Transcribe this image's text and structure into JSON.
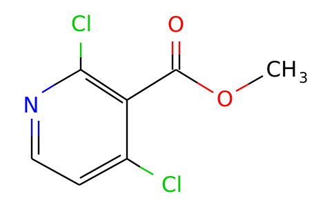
{
  "molecule": {
    "atoms": {
      "cl_top": "Cl",
      "cl_bottom": "Cl",
      "nitrogen": "N",
      "carbonyl_oxygen": "O",
      "ester_oxygen": "O",
      "methyl_carbon": "CH",
      "methyl_subscript": "3"
    }
  },
  "colors": {
    "carbon_bond": "#000000",
    "chlorine": "#00cc00",
    "nitrogen": "#0000ff",
    "oxygen": "#ff0000",
    "methyl": "#000000"
  }
}
